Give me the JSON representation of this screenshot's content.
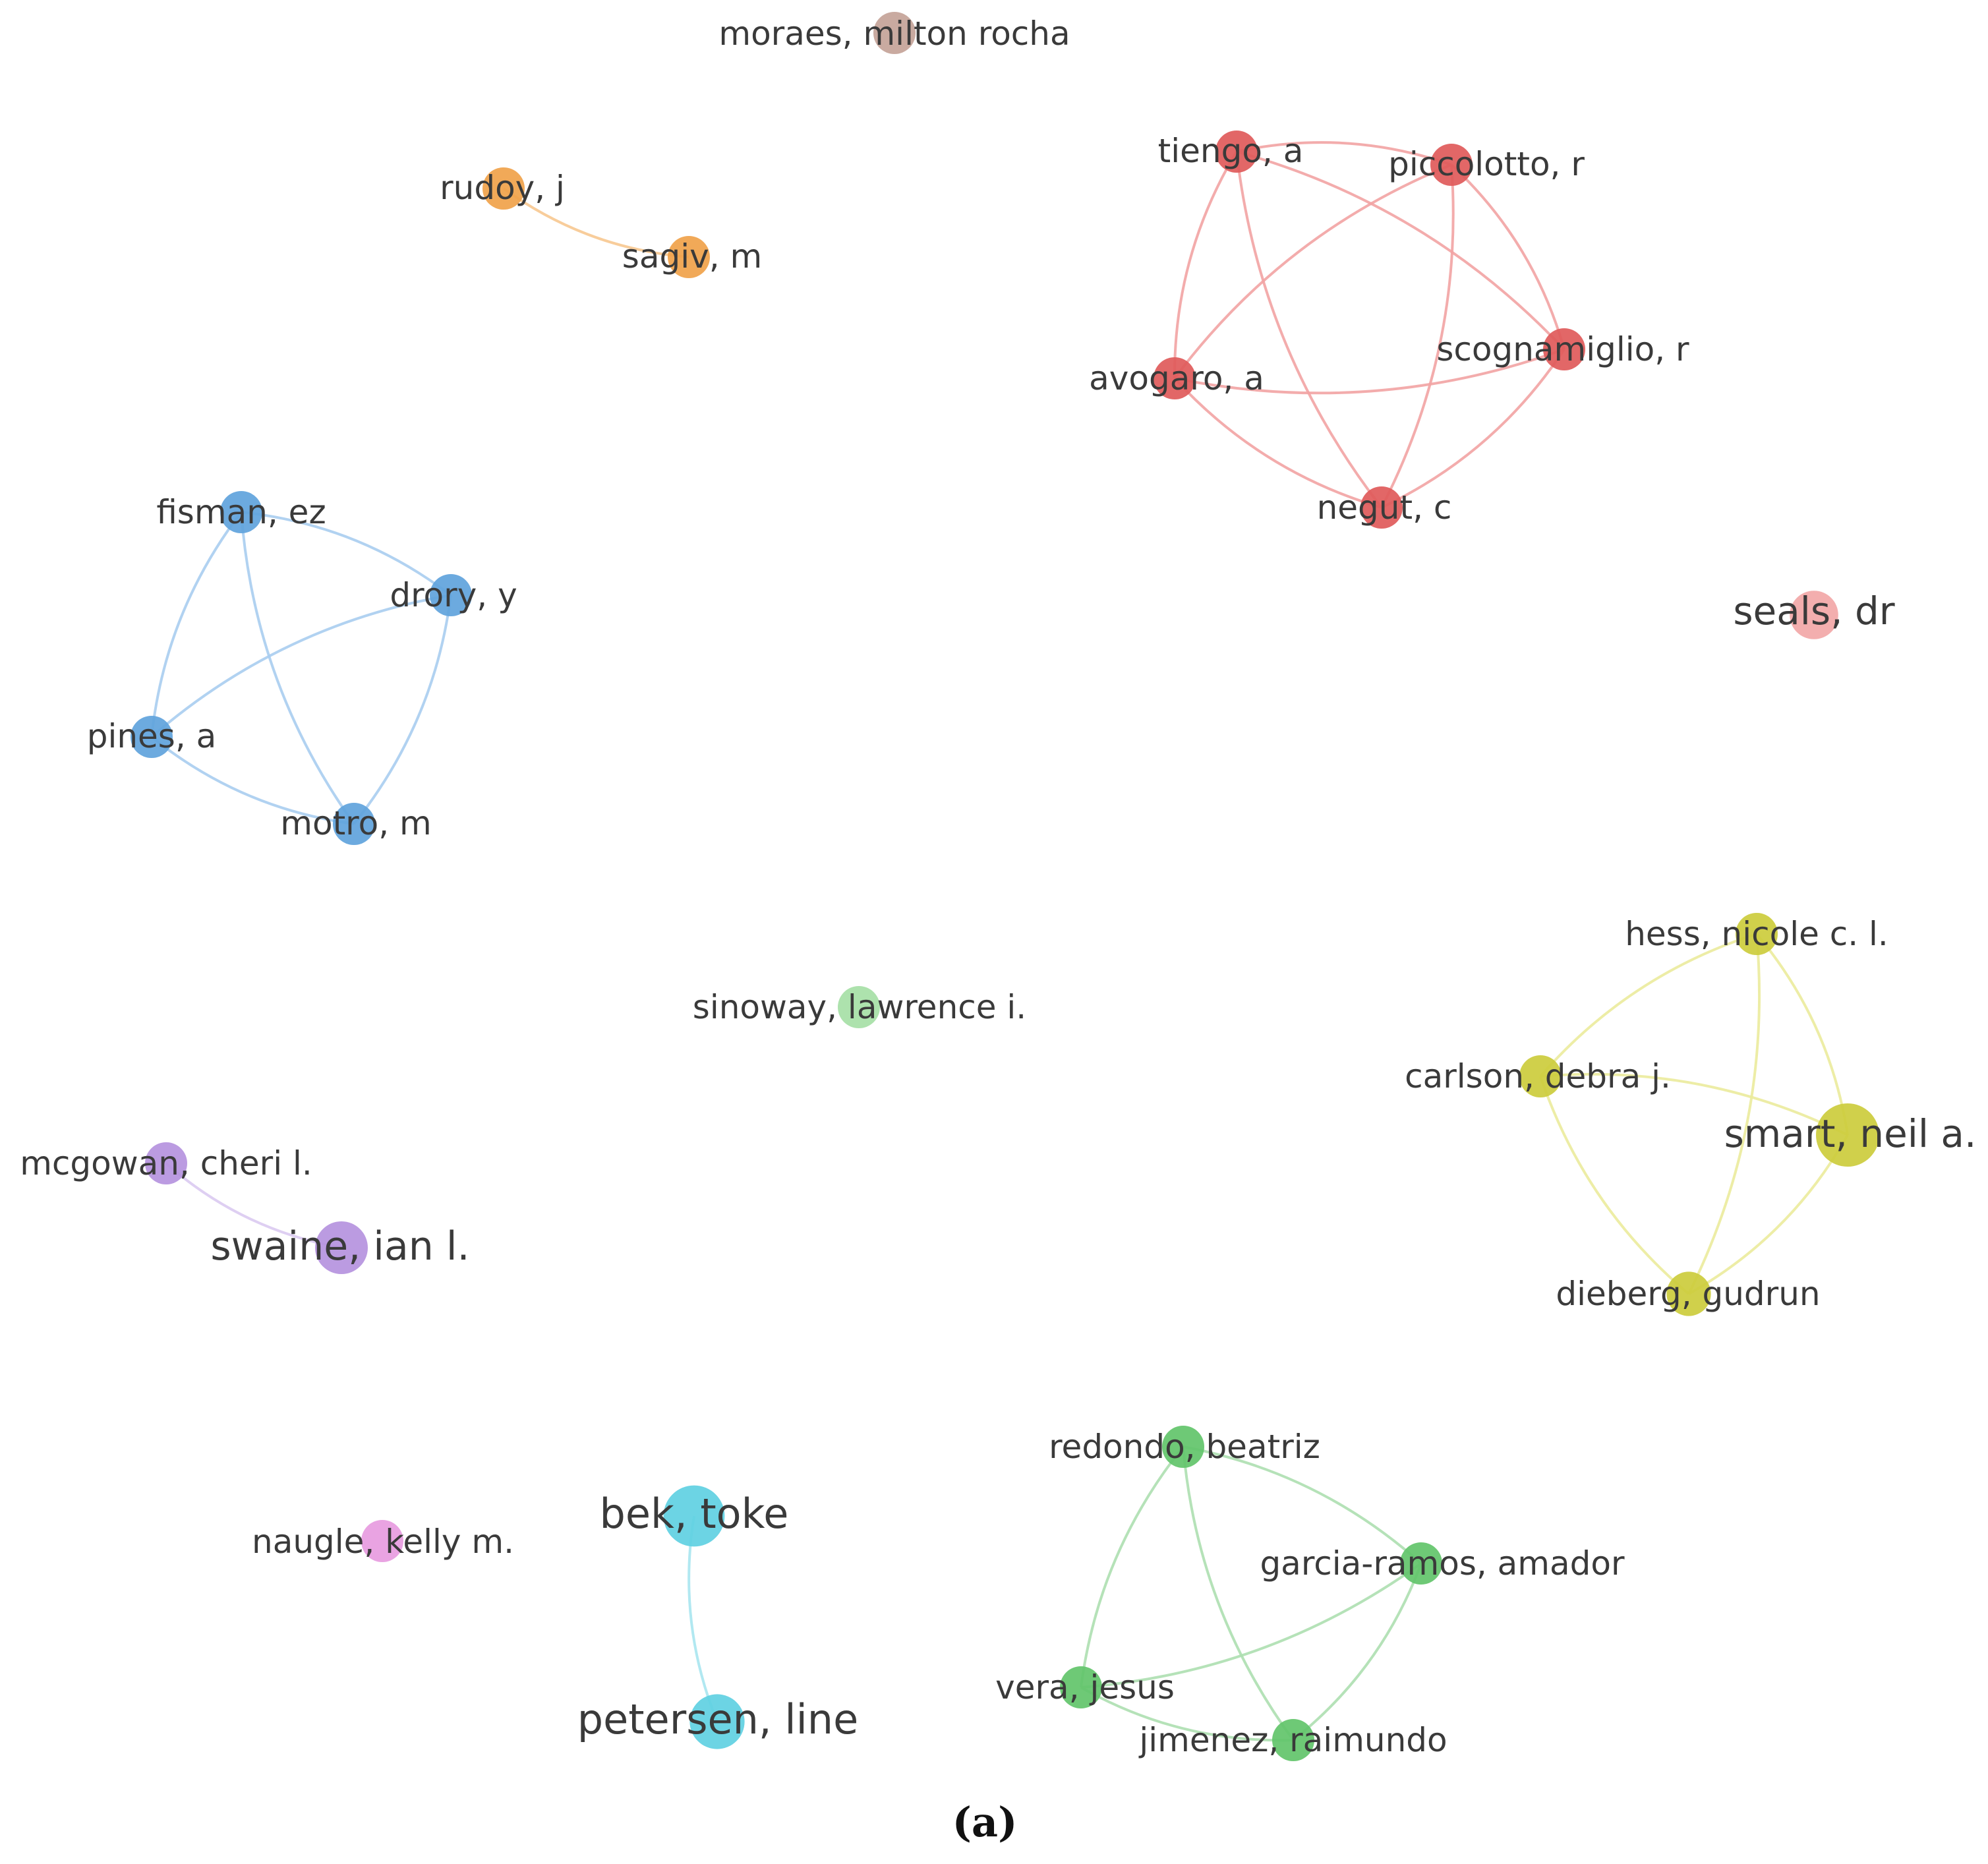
{
  "caption": "(a)",
  "clusters": [
    {
      "color": "#e05a5a",
      "edge_color": "#f2a3a3",
      "nodes": [
        {
          "id": "tiengo",
          "label": "tiengo, a",
          "weight": 1
        },
        {
          "id": "piccolotto",
          "label": "piccolotto, r",
          "weight": 1
        },
        {
          "id": "scognamiglio",
          "label": "scognamiglio, r",
          "weight": 1
        },
        {
          "id": "avogaro",
          "label": "avogaro, a",
          "weight": 1
        },
        {
          "id": "negut",
          "label": "negut, c",
          "weight": 1
        }
      ],
      "links": [
        [
          "tiengo",
          "piccolotto"
        ],
        [
          "tiengo",
          "scognamiglio"
        ],
        [
          "tiengo",
          "avogaro"
        ],
        [
          "tiengo",
          "negut"
        ],
        [
          "piccolotto",
          "scognamiglio"
        ],
        [
          "piccolotto",
          "avogaro"
        ],
        [
          "piccolotto",
          "negut"
        ],
        [
          "scognamiglio",
          "avogaro"
        ],
        [
          "scognamiglio",
          "negut"
        ],
        [
          "avogaro",
          "negut"
        ]
      ]
    },
    {
      "color": "#f0a24a",
      "edge_color": "#f7c890",
      "nodes": [
        {
          "id": "rudoy",
          "label": "rudoy, j",
          "weight": 1
        },
        {
          "id": "sagiv",
          "label": "sagiv, m",
          "weight": 1
        }
      ],
      "links": [
        [
          "rudoy",
          "sagiv"
        ]
      ]
    },
    {
      "color": "#5fa3dc",
      "edge_color": "#a9cdef",
      "nodes": [
        {
          "id": "fisman",
          "label": "fisman, ez",
          "weight": 1
        },
        {
          "id": "drory",
          "label": "drory, y",
          "weight": 1
        },
        {
          "id": "pines",
          "label": "pines, a",
          "weight": 1
        },
        {
          "id": "motro",
          "label": "motro, m",
          "weight": 1
        }
      ],
      "links": [
        [
          "fisman",
          "drory"
        ],
        [
          "fisman",
          "pines"
        ],
        [
          "fisman",
          "motro"
        ],
        [
          "drory",
          "pines"
        ],
        [
          "drory",
          "motro"
        ],
        [
          "pines",
          "motro"
        ]
      ]
    },
    {
      "color": "#c4a398",
      "edge_color": "#dcc6bf",
      "nodes": [
        {
          "id": "moraes",
          "label": "moraes, milton rocha",
          "weight": 1
        }
      ],
      "links": []
    },
    {
      "color": "#f2a7a7",
      "edge_color": "#f6c9c9",
      "nodes": [
        {
          "id": "seals",
          "label": "seals, dr",
          "weight": 1.15
        }
      ],
      "links": []
    },
    {
      "color": "#cccc3c",
      "edge_color": "#ebeb9c",
      "nodes": [
        {
          "id": "hess",
          "label": "hess, nicole c. l.",
          "weight": 1
        },
        {
          "id": "carlson",
          "label": "carlson, debra j.",
          "weight": 1
        },
        {
          "id": "smart",
          "label": "smart, neil a.",
          "weight": 1.5
        },
        {
          "id": "dieberg",
          "label": "dieberg, gudrun",
          "weight": 1.05
        }
      ],
      "links": [
        [
          "hess",
          "carlson"
        ],
        [
          "hess",
          "smart"
        ],
        [
          "hess",
          "dieberg"
        ],
        [
          "carlson",
          "smart"
        ],
        [
          "carlson",
          "dieberg"
        ],
        [
          "smart",
          "dieberg"
        ]
      ]
    },
    {
      "color": "#a6dfa6",
      "edge_color": "#cdeecd",
      "nodes": [
        {
          "id": "sinoway",
          "label": "sinoway, lawrence i.",
          "weight": 1
        }
      ],
      "links": []
    },
    {
      "color": "#b593de",
      "edge_color": "#dacaf1",
      "nodes": [
        {
          "id": "mcgowan",
          "label": "mcgowan, cheri l.",
          "weight": 1
        },
        {
          "id": "swaine",
          "label": "swaine, ian l.",
          "weight": 1.25
        }
      ],
      "links": [
        [
          "mcgowan",
          "swaine"
        ]
      ]
    },
    {
      "color": "#e79be0",
      "edge_color": "#f2c8ee",
      "nodes": [
        {
          "id": "naugle",
          "label": "naugle, kelly m.",
          "weight": 1
        }
      ],
      "links": []
    },
    {
      "color": "#5fd0e2",
      "edge_color": "#a8e6f0",
      "nodes": [
        {
          "id": "bek",
          "label": "bek, toke",
          "weight": 1.45
        },
        {
          "id": "petersen",
          "label": "petersen, line",
          "weight": 1.3
        }
      ],
      "links": [
        [
          "bek",
          "petersen"
        ]
      ]
    },
    {
      "color": "#62c46a",
      "edge_color": "#addfb0",
      "nodes": [
        {
          "id": "redondo",
          "label": "redondo, beatriz",
          "weight": 1
        },
        {
          "id": "garcia",
          "label": "garcia-ramos, amador",
          "weight": 1
        },
        {
          "id": "vera",
          "label": "vera, jesus",
          "weight": 1
        },
        {
          "id": "jimenez",
          "label": "jimenez, raimundo",
          "weight": 1
        }
      ],
      "links": [
        [
          "redondo",
          "garcia"
        ],
        [
          "redondo",
          "vera"
        ],
        [
          "redondo",
          "jimenez"
        ],
        [
          "garcia",
          "vera"
        ],
        [
          "garcia",
          "jimenez"
        ],
        [
          "vera",
          "jimenez"
        ]
      ]
    }
  ]
}
